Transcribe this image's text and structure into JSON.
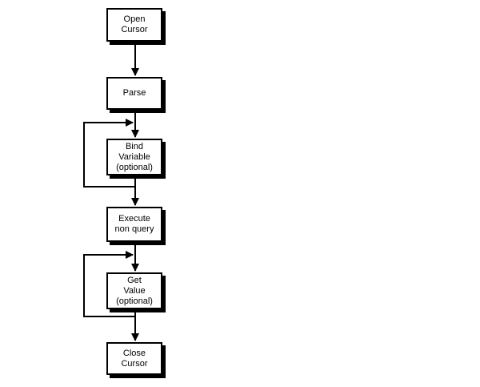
{
  "diagram": {
    "type": "flowchart",
    "colors": {
      "background": "#ffffff",
      "line": "#000000",
      "box_fill": "#ffffff",
      "text": "#000000"
    },
    "nodes": [
      {
        "id": "open-cursor",
        "label": "Open\nCursor"
      },
      {
        "id": "parse",
        "label": "Parse"
      },
      {
        "id": "bind-variable",
        "label": "Bind\nVariable\n(optional)"
      },
      {
        "id": "execute-non-query",
        "label": "Execute\nnon query"
      },
      {
        "id": "get-value",
        "label": "Get\nValue\n(optional)"
      },
      {
        "id": "close-cursor",
        "label": "Close\nCursor"
      }
    ],
    "edges": [
      {
        "from": "open-cursor",
        "to": "parse"
      },
      {
        "from": "parse",
        "to": "bind-variable"
      },
      {
        "from": "bind-variable",
        "to": "bind-variable",
        "type": "loop"
      },
      {
        "from": "bind-variable",
        "to": "execute-non-query"
      },
      {
        "from": "execute-non-query",
        "to": "get-value"
      },
      {
        "from": "get-value",
        "to": "get-value",
        "type": "loop"
      },
      {
        "from": "get-value",
        "to": "close-cursor"
      }
    ]
  }
}
